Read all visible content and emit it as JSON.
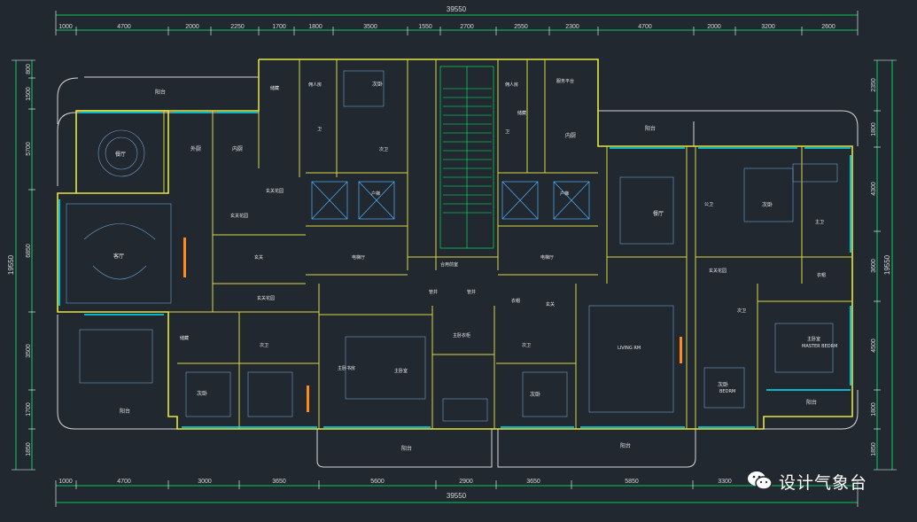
{
  "plan": {
    "dimensions_top": [
      "1000",
      "4700",
      "2000",
      "2250",
      "1700",
      "1800",
      "3500",
      "1550",
      "2700",
      "2550",
      "2300",
      "4700",
      "2000",
      "3200",
      "2600"
    ],
    "dimensions_bottom": [
      "1000",
      "4700",
      "3000",
      "3650",
      "5600",
      "2900",
      "3650",
      "5850",
      "3300"
    ],
    "total_width": "39550",
    "left_dims": [
      "800",
      "1500",
      "5700",
      "6850",
      "3500",
      "1700",
      "1850"
    ],
    "left_total": "19550",
    "right_dims": [
      "2350",
      "1800",
      "4300",
      "3600",
      "4500",
      "1800",
      "1850"
    ],
    "right_total": "19550",
    "rooms": {
      "balcony": "阳台",
      "dining": "餐厅",
      "outer_kitchen": "外厨",
      "inner_kitchen": "内厨",
      "living": "客厅",
      "maid": "佣人房",
      "bedroom": "次卧",
      "bath": "次卫",
      "wash": "卫",
      "storage": "储藏",
      "hall": "玄关",
      "entry_garden": "玄关花园",
      "elevator_hall": "电梯厅",
      "lobby": "合用前室",
      "pipe": "管井",
      "public_bath": "公卫",
      "study": "主卧书房",
      "master_bath": "主卫",
      "master_bed": "主卧室",
      "master_closet": "主卧衣柜",
      "wardrobe": "衣帽",
      "service_terrace": "服务平台",
      "household_elevator": "户梯",
      "living_en": "LIVING RM",
      "master_en": "MASTER BEDRM",
      "bedrm_en": "BEDRM"
    },
    "legend_watermark": "设计气象台"
  }
}
